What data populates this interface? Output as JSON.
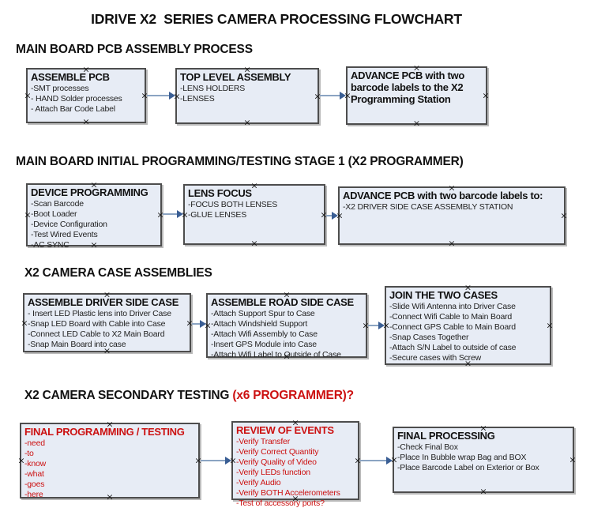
{
  "title": "IDRIVE X2  SERIES CAMERA PROCESSING FLOWCHART",
  "colors": {
    "box_fill": "#e7ecf5",
    "box_border": "#4d4d4d",
    "arrow_line": "#8ba4c2",
    "arrow_head": "#3a5e94",
    "red_accent": "#cc1111",
    "text": "#1a1a1a",
    "background": "#ffffff"
  },
  "sections": [
    {
      "header": "MAIN BOARD PCB ASSEMBLY PROCESS"
    },
    {
      "header": "MAIN BOARD INITIAL PROGRAMMING/TESTING STAGE 1 (X2 PROGRAMMER)"
    },
    {
      "header": "X2 CAMERA CASE ASSEMBLIES"
    },
    {
      "header": "X2 CAMERA SECONDARY TESTING ",
      "header_red": "(x6 PROGRAMMER)?"
    }
  ],
  "boxes": [
    {
      "title": "ASSEMBLE PCB",
      "lines": [
        "-SMT processes",
        "- HAND Solder processes",
        "- Attach Bar Code Label"
      ]
    },
    {
      "title": "TOP LEVEL ASSEMBLY",
      "lines": [
        "-LENS HOLDERS",
        "-LENSES"
      ]
    },
    {
      "title": "ADVANCE PCB with two barcode labels to the X2 Programming Station",
      "lines": []
    },
    {
      "title": "DEVICE PROGRAMMING",
      "lines": [
        "-Scan Barcode",
        "-Boot Loader",
        "-Device Configuration",
        "-Test Wired Events",
        "-AC SYNC"
      ]
    },
    {
      "title": "LENS FOCUS",
      "lines": [
        "-FOCUS BOTH LENSES",
        "-GLUE LENSES"
      ]
    },
    {
      "title": "ADVANCE PCB with two barcode labels to:",
      "lines": [
        "-X2 DRIVER  SIDE  CASE  ASSEMBLY STATION"
      ]
    },
    {
      "title": "ASSEMBLE DRIVER SIDE CASE",
      "lines": [
        "- Insert LED Plastic lens into Driver Case",
        "-Snap LED Board with Cable into Case",
        "-Connect LED Cable to X2 Main Board",
        "-Snap Main Board into case"
      ]
    },
    {
      "title": "ASSEMBLE ROAD SIDE CASE",
      "lines": [
        "-Attach Support Spur to Case",
        "-Attach Windshield Support",
        "-Attach Wifi Assembly to Case",
        "-Insert GPS Module into Case",
        "-Attach Wifi Label to Outside of Case"
      ]
    },
    {
      "title": "JOIN THE TWO CASES",
      "lines": [
        "-Slide Wifi Antenna into Driver Case",
        "-Connect Wifi Cable to Main Board",
        "-Connect GPS Cable to Main Board",
        "-Snap Cases Together",
        "-Attach S/N Label to outside of case",
        "-Secure cases with Screw"
      ]
    },
    {
      "title": "FINAL PROGRAMMING / TESTING",
      "lines": [
        "-need",
        "-to",
        "-know",
        "-what",
        "-goes",
        "-here"
      ]
    },
    {
      "title": "REVIEW OF EVENTS",
      "lines": [
        "-Verify Transfer",
        "-Verify Correct Quantity",
        "-Verify Quality of Video",
        "-Verify LEDs function",
        "-Verify Audio",
        "-Verify BOTH Accelerometers",
        "-Test of accessory ports?"
      ]
    },
    {
      "title": "FINAL PROCESSING",
      "lines": [
        "-Check Final Box",
        "-Place In Bubble wrap Bag and BOX",
        "-Place Barcode Label on Exterior or Box"
      ]
    }
  ]
}
